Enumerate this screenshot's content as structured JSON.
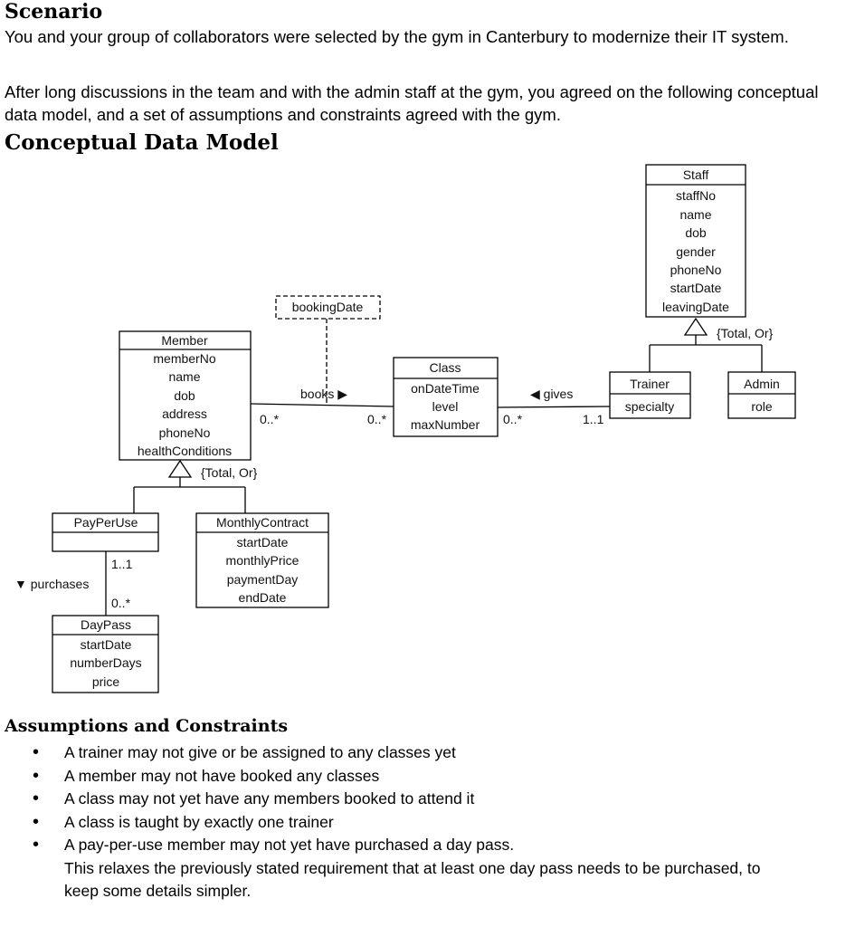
{
  "scenario": {
    "heading": "Scenario",
    "para1": "You and your group of collaborators were selected by the gym in Canterbury to modernize their IT system.",
    "para2": "After long discussions in the team and with the admin staff at the gym, you agreed on the following conceptual data model, and a set of assumptions and constraints agreed with the gym."
  },
  "model": {
    "heading": "Conceptual Data Model",
    "entities": {
      "staff": {
        "name": "Staff",
        "attributes": [
          "staffNo",
          "name",
          "dob",
          "gender",
          "phoneNo",
          "startDate",
          "leavingDate"
        ]
      },
      "trainer": {
        "name": "Trainer",
        "attributes": [
          "specialty"
        ]
      },
      "admin": {
        "name": "Admin",
        "attributes": [
          "role"
        ]
      },
      "member": {
        "name": "Member",
        "attributes": [
          "memberNo",
          "name",
          "dob",
          "address",
          "phoneNo",
          "healthConditions"
        ]
      },
      "class": {
        "name": "Class",
        "attributes": [
          "onDateTime",
          "level",
          "maxNumber"
        ]
      },
      "payperuse": {
        "name": "PayPerUse",
        "attributes": []
      },
      "monthly": {
        "name": "MonthlyContract",
        "attributes": [
          "startDate",
          "monthlyPrice",
          "paymentDay",
          "endDate"
        ]
      },
      "daypass": {
        "name": "DayPass",
        "attributes": [
          "startDate",
          "numberDays",
          "price"
        ]
      }
    },
    "association_class": "bookingDate",
    "relationships": {
      "books": {
        "label": "books ▶",
        "member_mult": "0..*",
        "class_mult": "0..*"
      },
      "gives": {
        "label": "◀ gives",
        "class_mult": "0..*",
        "trainer_mult": "1..1"
      },
      "purchases": {
        "label": "▼ purchases",
        "payperuse_mult": "1..1",
        "daypass_mult": "0..*"
      }
    },
    "member_constraint": "{Total, Or}",
    "staff_constraint": "{Total, Or}"
  },
  "assumptions": {
    "heading": "Assumptions and Constraints",
    "items": [
      "A trainer may not give or be assigned to any classes yet",
      "A member may not have booked any classes",
      "A class may not yet have any members booked to attend it",
      "A class is taught by exactly one trainer",
      "A pay-per-use member may not yet have purchased a day pass."
    ],
    "note_line1": "This relaxes the previously stated requirement that at least one day pass needs to be purchased, to",
    "note_line2": "keep some details simpler."
  }
}
